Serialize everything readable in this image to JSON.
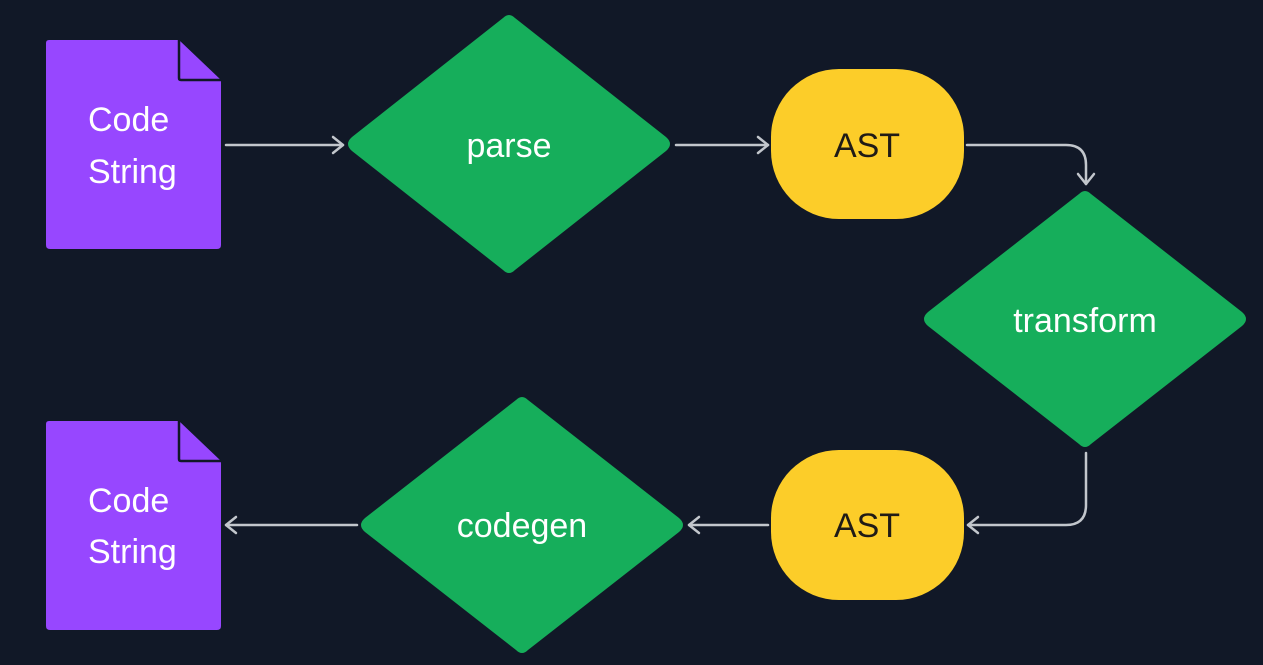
{
  "colors": {
    "background": "#111827",
    "document": "#9747FF",
    "document_fold": "#111827",
    "process": "#16AE5B",
    "data": "#FCCD29",
    "connector": "#C2C6CC",
    "light_text": "#FFFFFF",
    "dark_text": "#1F1B16"
  },
  "nodes": {
    "input_doc": {
      "line1": "Code",
      "line2": "String"
    },
    "parse": {
      "label": "parse"
    },
    "ast_top": {
      "label": "AST"
    },
    "transform": {
      "label": "transform"
    },
    "ast_bottom": {
      "label": "AST"
    },
    "codegen": {
      "label": "codegen"
    },
    "output_doc": {
      "line1": "Code",
      "line2": "String"
    }
  },
  "edges": [
    {
      "from": "input_doc",
      "to": "parse"
    },
    {
      "from": "parse",
      "to": "ast_top"
    },
    {
      "from": "ast_top",
      "to": "transform"
    },
    {
      "from": "transform",
      "to": "ast_bottom"
    },
    {
      "from": "ast_bottom",
      "to": "codegen"
    },
    {
      "from": "codegen",
      "to": "output_doc"
    }
  ]
}
